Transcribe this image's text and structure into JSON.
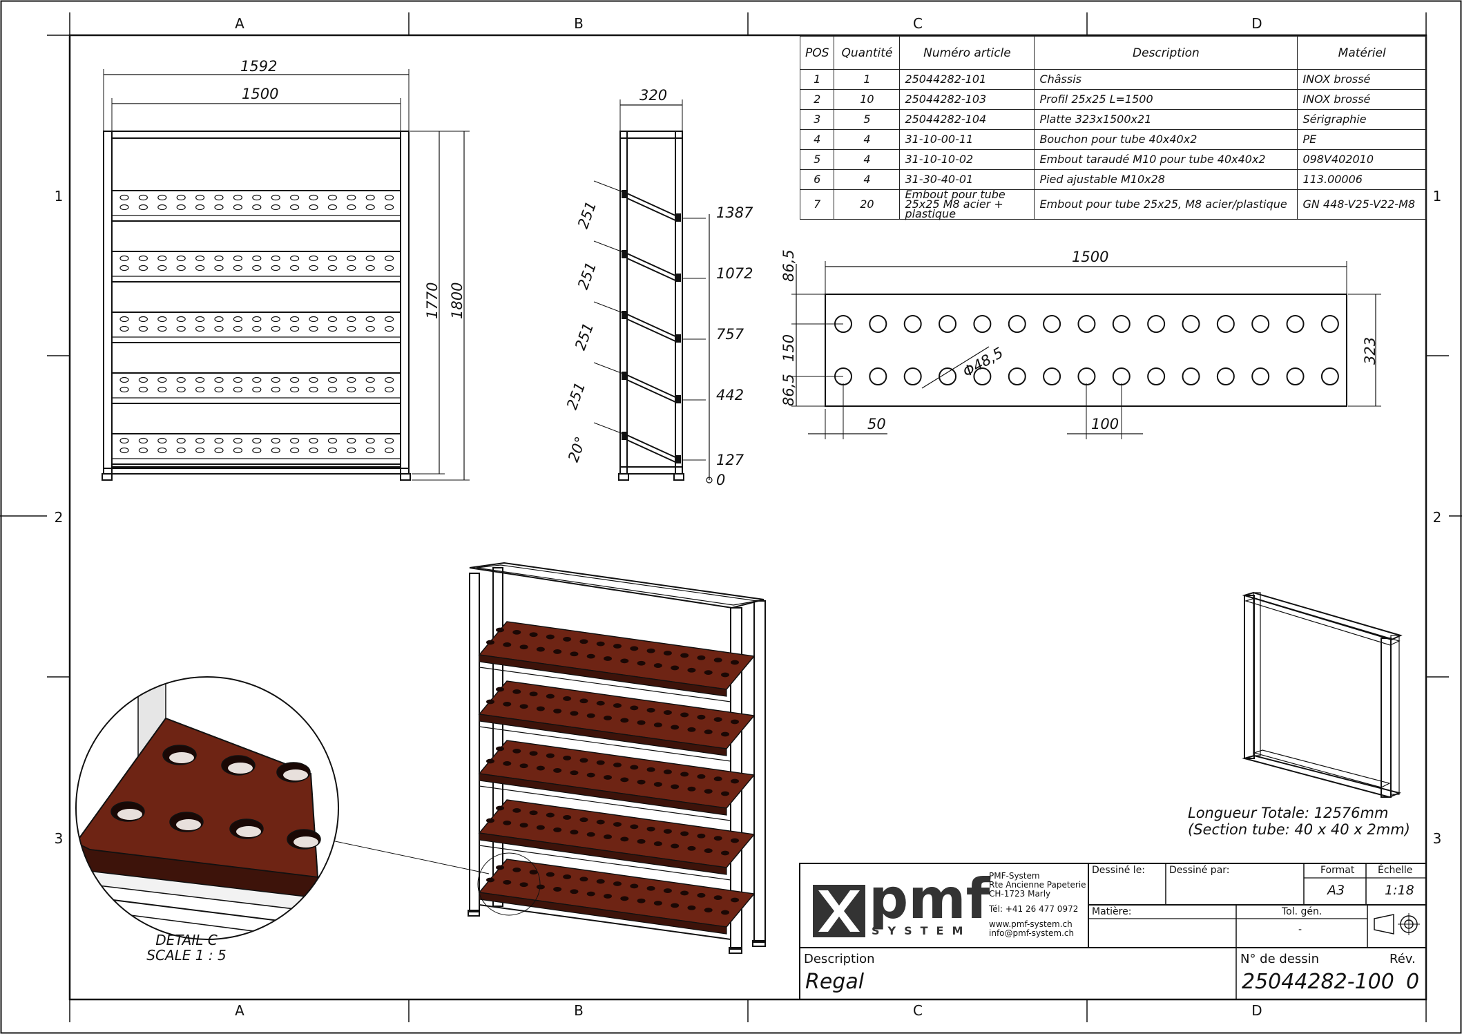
{
  "zones": {
    "columns": [
      "A",
      "B",
      "C",
      "D"
    ],
    "rows": [
      "1",
      "2",
      "3"
    ]
  },
  "bom": {
    "headers": [
      "POS",
      "Quantité",
      "Numéro article",
      "Description",
      "Matériel"
    ],
    "rows": [
      {
        "pos": "1",
        "qty": "1",
        "article": "25044282-101",
        "description": "Châssis",
        "material": "INOX brossé"
      },
      {
        "pos": "2",
        "qty": "10",
        "article": "25044282-103",
        "description": "Profil 25x25 L=1500",
        "material": "INOX brossé"
      },
      {
        "pos": "3",
        "qty": "5",
        "article": "25044282-104",
        "description": "Platte 323x1500x21",
        "material": "Sérigraphie"
      },
      {
        "pos": "4",
        "qty": "4",
        "article": "31-10-00-11",
        "description": "Bouchon pour tube 40x40x2",
        "material": "PE"
      },
      {
        "pos": "5",
        "qty": "4",
        "article": "31-10-10-02",
        "description": "Embout taraudé M10 pour tube 40x40x2",
        "material": "098V402010"
      },
      {
        "pos": "6",
        "qty": "4",
        "article": "31-30-40-01",
        "description": "Pied ajustable M10x28",
        "material": "113.00006"
      },
      {
        "pos": "7",
        "qty": "20",
        "article": "Embout pour tube 25x25 M8 acier + plastique",
        "description": "Embout pour tube 25x25, M8 acier/plastique",
        "material": "GN 448-V25-V22-M8"
      }
    ]
  },
  "front_view": {
    "dim_outer_width": "1592",
    "dim_inner_width": "1500",
    "dim_inner_height": "1770",
    "dim_outer_height": "1800"
  },
  "side_view": {
    "dim_depth": "320",
    "dim_shelf_spacing_1": "251",
    "dim_shelf_spacing_2": "251",
    "dim_shelf_spacing_3": "251",
    "dim_shelf_spacing_4": "251",
    "dim_angle": "20°",
    "levels": [
      "1387",
      "1072",
      "757",
      "442",
      "127",
      "0"
    ]
  },
  "plate_view": {
    "dim_length": "1500",
    "dim_height": "323",
    "dim_top_offset": "86,5",
    "dim_row_spacing": "150",
    "dim_bottom_offset": "86,5",
    "dim_hole_diameter": "Φ48,5",
    "dim_edge_offset": "50",
    "dim_hole_pitch": "100",
    "holes_per_row": 15
  },
  "frame_note": {
    "line1": "Longueur Totale: 12576mm",
    "line2": "(Section tube: 40 x 40 x 2mm)"
  },
  "detail": {
    "line1": "DETAIL C",
    "line2": "SCALE 1 : 5"
  },
  "title_block": {
    "logo_text": "pmf",
    "logo_sub": "SYSTEM",
    "company_name": "PMF-System",
    "company_addr1": "Rte Ancienne Papeterie",
    "company_addr2": "CH-1723 Marly",
    "company_tel": "Tél: +41 26 477 0972",
    "company_web": "www.pmf-system.ch",
    "company_mail": "info@pmf-system.ch",
    "drawn_on_label": "Dessiné le:",
    "drawn_by_label": "Dessiné par:",
    "format_label": "Format",
    "format_value": "A3",
    "scale_label": "Échelle",
    "scale_value": "1:18",
    "material_label": "Matière:",
    "tolerance_label": "Tol. gén.",
    "tolerance_value": "-",
    "description_label": "Description",
    "description_value": "Regal",
    "drawing_no_label": "N° de dessin",
    "drawing_no_value": "25044282-100",
    "revision_label": "Rév.",
    "revision_value": "0"
  },
  "colors": {
    "line": "#111111",
    "wood": "#6e2414",
    "wood_dark": "#3d130a"
  }
}
